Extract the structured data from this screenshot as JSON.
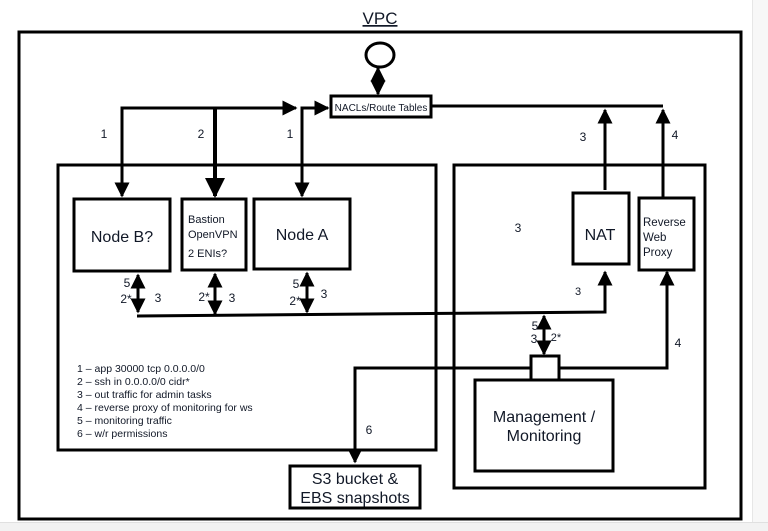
{
  "title": "VPC",
  "internet_gateway": {
    "label": ""
  },
  "nacl_box": {
    "label": "NACLs/Route Tables"
  },
  "left_subnet": {
    "nodes": {
      "node_b": {
        "label": "Node B?"
      },
      "bastion": {
        "lines": [
          "Bastion",
          "OpenVPN",
          "2 ENIs?"
        ]
      },
      "node_a": {
        "label": "Node A"
      }
    },
    "flow_labels": {
      "node_b_top": "1",
      "bastion_top": "2",
      "node_a_top": "1",
      "node_b_up": "5",
      "node_b_down": "2*",
      "node_b_right": "3",
      "bastion_down": "2*",
      "bastion_right": "3",
      "node_a_up": "5",
      "node_a_down": "2*",
      "node_a_right": "3"
    },
    "legend": [
      "1 – app 30000 tcp 0.0.0.0/0",
      "2 – ssh in 0.0.0.0/0 cidr*",
      "3 – out traffic for admin tasks",
      "4 – reverse proxy of monitoring for ws",
      "5 – monitoring traffic",
      "6 – w/r permissions"
    ]
  },
  "right_subnet": {
    "nat": {
      "label": "NAT"
    },
    "reverse_proxy": {
      "lines": [
        "Reverse",
        "Web",
        "Proxy"
      ]
    },
    "management": {
      "lines": [
        "Management /",
        "Monitoring"
      ]
    },
    "flow_labels": {
      "nat_top": "3",
      "proxy_top": "4",
      "subnet_inner": "3",
      "nat_bottom": "3",
      "mgmt_up_5": "5",
      "mgmt_up_3": "3",
      "mgmt_right": "2*",
      "proxy_bottom": "4"
    }
  },
  "storage": {
    "lines": [
      "S3 bucket &",
      "EBS snapshots"
    ]
  },
  "storage_flow_label": "6"
}
